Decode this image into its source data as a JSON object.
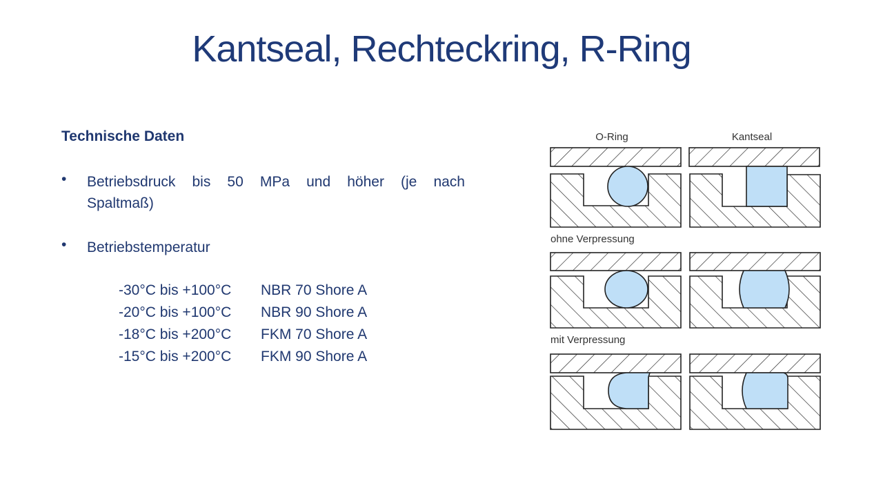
{
  "title": "Kantseal, Rechteckring, R-Ring",
  "section_heading": "Technische Daten",
  "bullets": [
    "Betriebsdruck bis 50 MPa und höher (je nach Spaltmaß)",
    "Betriebstemperatur"
  ],
  "temperature_table": [
    {
      "range": "-30°C bis +100°C",
      "material": "NBR 70 Shore A"
    },
    {
      "range": "-20°C bis +100°C",
      "material": "NBR 90 Shore A"
    },
    {
      "range": "-18°C bis +200°C",
      "material": "FKM 70 Shore A"
    },
    {
      "range": "-15°C bis +200°C",
      "material": "FKM 90 Shore A"
    }
  ],
  "diagram": {
    "col_labels": [
      "O-Ring",
      "Kantseal"
    ],
    "row_labels": [
      "ohne Verpressung",
      "mit Verpressung"
    ],
    "seal_color": "#bfdff7"
  }
}
